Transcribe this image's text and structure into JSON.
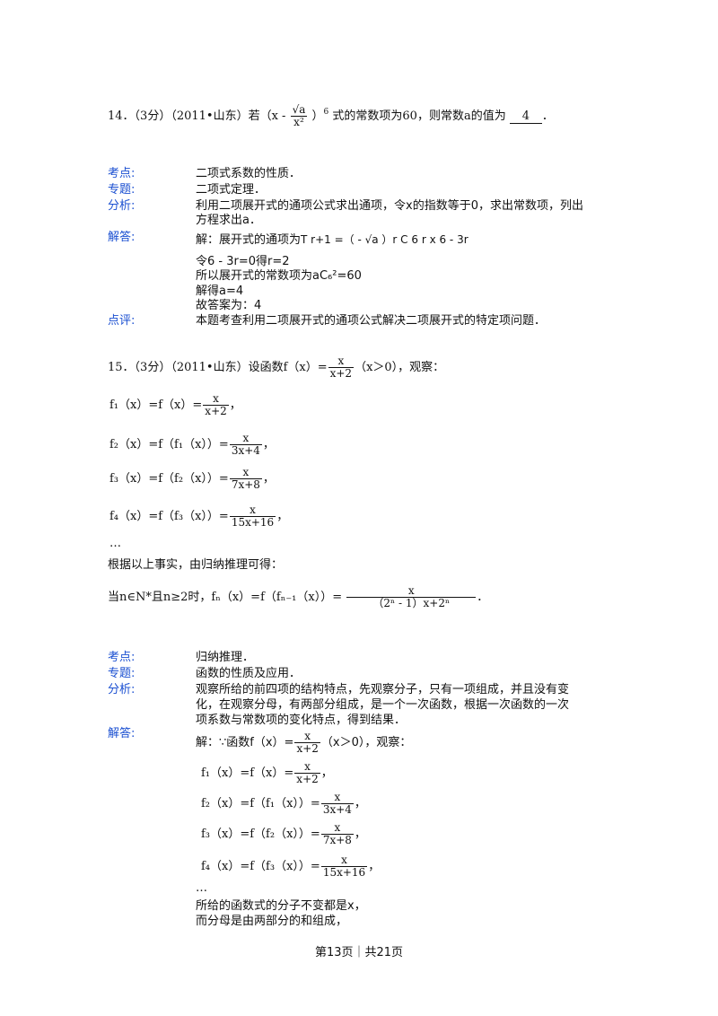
{
  "q14": {
    "stem_prefix": "14．（3分）（2011•山东）若（x -",
    "frac_num": "√a",
    "frac_den": "x²",
    "stem_mid": "）",
    "exp": "6",
    "stem_suffix": "式的常数项为60，则常数a的值为",
    "answer": "4",
    "period": "．",
    "labels": {
      "kaodian": "考点:",
      "zhuanti": "专题:",
      "fenxi": "分析:",
      "jieda": "解答:",
      "dianping": "点评:"
    },
    "kaodian": "二项式系数的性质．",
    "zhuanti": "二项式定理．",
    "fenxi_1": "利用二项展开式的通项公式求出通项，令x的指数等于0，求出常数项，列出",
    "fenxi_2": "方程求出a．",
    "jie_1_prefix": "解：展开式的通项为",
    "jie_1_formula": "T r+1 =（ - √a ）r C 6 r x 6 - 3r",
    "jie_2": "令6 - 3r=0得r=2",
    "jie_3": "所以展开式的常数项为aC₆²=60",
    "jie_4": "解得a=4",
    "jie_5": "故答案为：4",
    "dianping": "本题考查利用二项展开式的通项公式解决二项展开式的特定项问题．"
  },
  "q15": {
    "stem_prefix": "15．（3分）（2011•山东）设函数f（x）=",
    "stem_num": "x",
    "stem_den": "x+2",
    "stem_suffix": "（x＞0），观察：",
    "f1_lhs": "f₁（x）=f（x）=",
    "f1_den": "x+2",
    "f2_lhs": "f₂（x）=f（f₁（x））=",
    "f2_den": "3x+4",
    "f3_lhs": "f₃（x）=f（f₂（x））=",
    "f3_den": "7x+8",
    "f4_lhs": "f₄（x）=f（f₃（x））=",
    "f4_den": "15x+16",
    "num": "x",
    "comma": "，",
    "ellipsis": "…",
    "induce": "根据以上事实，由归纳推理可得：",
    "when_prefix": "当n∈N*且n≥2时，fₙ（x）=f（fₙ₋₁（x））=",
    "answer_num": "x",
    "answer_den": "（2ⁿ - 1）x+2ⁿ",
    "when_suffix": "．",
    "labels": {
      "kaodian": "考点:",
      "zhuanti": "专题:",
      "fenxi": "分析:",
      "jieda": "解答:"
    },
    "kaodian": "归纳推理．",
    "zhuanti": "函数的性质及应用．",
    "fenxi_1": "观察所给的前四项的结构特点，先观察分子，只有一项组成，并且没有变",
    "fenxi_2": "化，在观察分母，有两部分组成，是一个一次函数，根据一次函数的一次",
    "fenxi_3": "项系数与常数项的变化特点，得到结果．",
    "jie_prefix": "解：∵函数f（x）=",
    "jie_suffix": "（x＞0），观察：",
    "conclusion_1": "所给的函数式的分子不变都是x，",
    "conclusion_2": "而分母是由两部分的和组成，"
  },
  "footer": {
    "page": "第13页｜共21页"
  }
}
